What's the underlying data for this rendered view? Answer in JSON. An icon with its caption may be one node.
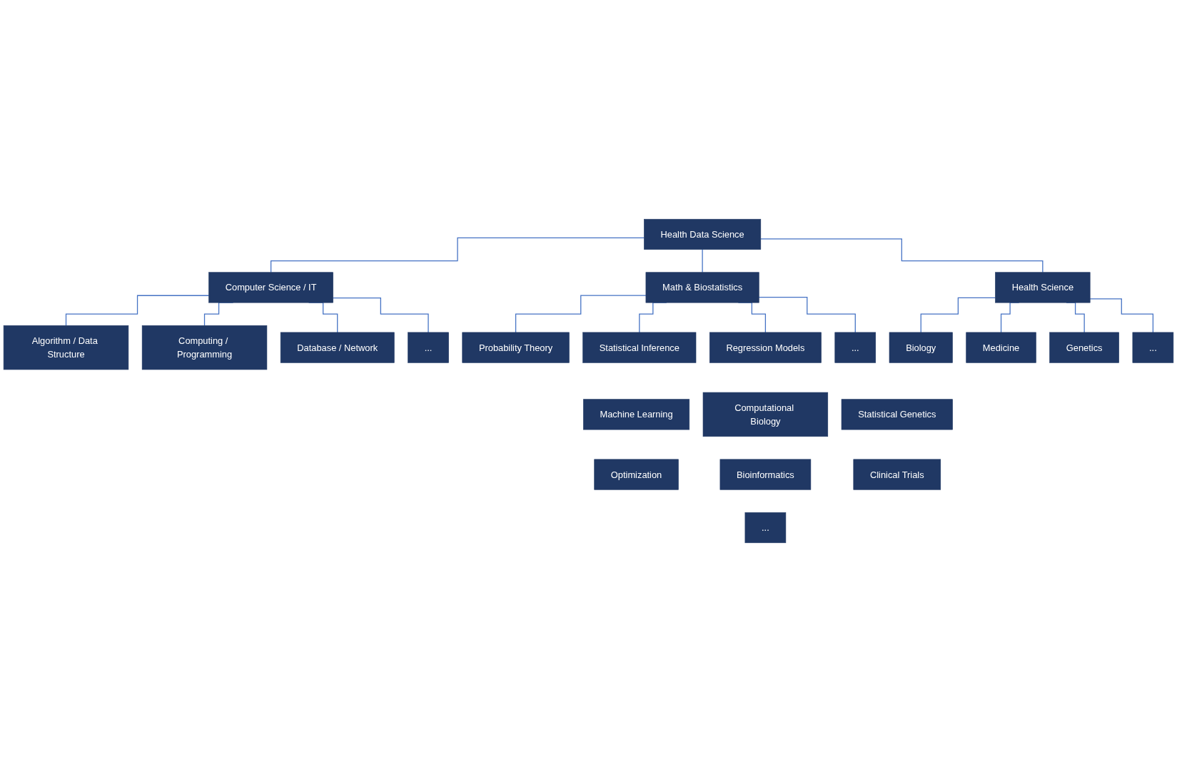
{
  "diagram": {
    "nodes": [
      {
        "text": [
          "Health Data Science"
        ]
      },
      {
        "text": [
          "Computer Science / IT"
        ]
      },
      {
        "text": [
          "Math & Biostatistics"
        ]
      },
      {
        "text": [
          "Health Science"
        ]
      },
      {
        "text": [
          "Algorithm / Data Structure"
        ]
      },
      {
        "text": [
          "Computing / Programming"
        ]
      },
      {
        "text": [
          "Probability Theory"
        ]
      },
      {
        "text": [
          "Statistical Inference"
        ]
      },
      {
        "text": [
          "Biology"
        ]
      },
      {
        "text": [
          "Medicine"
        ]
      },
      {
        "text": [
          "Database / Network"
        ]
      },
      {
        "text": [
          "..."
        ]
      },
      {
        "text": [
          "Regression Models"
        ]
      },
      {
        "text": [
          "..."
        ]
      },
      {
        "text": [
          "Genetics"
        ]
      },
      {
        "text": [
          "..."
        ]
      },
      {
        "text": [
          "Machine Learning"
        ]
      },
      {
        "text": [
          "Computational Biology"
        ]
      },
      {
        "text": [
          "Statistical Genetics"
        ]
      },
      {
        "text": [
          "Optimization"
        ]
      },
      {
        "text": [
          "Bioinformatics"
        ]
      },
      {
        "text": [
          "Clinical Trials"
        ]
      },
      {
        "text": [
          "..."
        ]
      }
    ],
    "edges": [
      {
        "from": 0,
        "to": 1,
        "arrow": "none"
      },
      {
        "from": 0,
        "to": 2,
        "arrow": "none"
      },
      {
        "from": 0,
        "to": 3,
        "arrow": "none"
      },
      {
        "from": 1,
        "to": 4,
        "arrow": "none"
      },
      {
        "from": 1,
        "to": 5,
        "arrow": "none"
      },
      {
        "from": 1,
        "to": 10,
        "arrow": "none"
      },
      {
        "from": 1,
        "to": 11,
        "arrow": "none"
      },
      {
        "from": 2,
        "to": 6,
        "arrow": "none"
      },
      {
        "from": 2,
        "to": 7,
        "arrow": "none"
      },
      {
        "from": 2,
        "to": 12,
        "arrow": "none"
      },
      {
        "from": 2,
        "to": 13,
        "arrow": "none"
      },
      {
        "from": 3,
        "to": 8,
        "arrow": "none"
      },
      {
        "from": 3,
        "to": 9,
        "arrow": "none"
      },
      {
        "from": 3,
        "to": 14,
        "arrow": "none"
      },
      {
        "from": 3,
        "to": 15,
        "arrow": "none"
      }
    ]
  }
}
